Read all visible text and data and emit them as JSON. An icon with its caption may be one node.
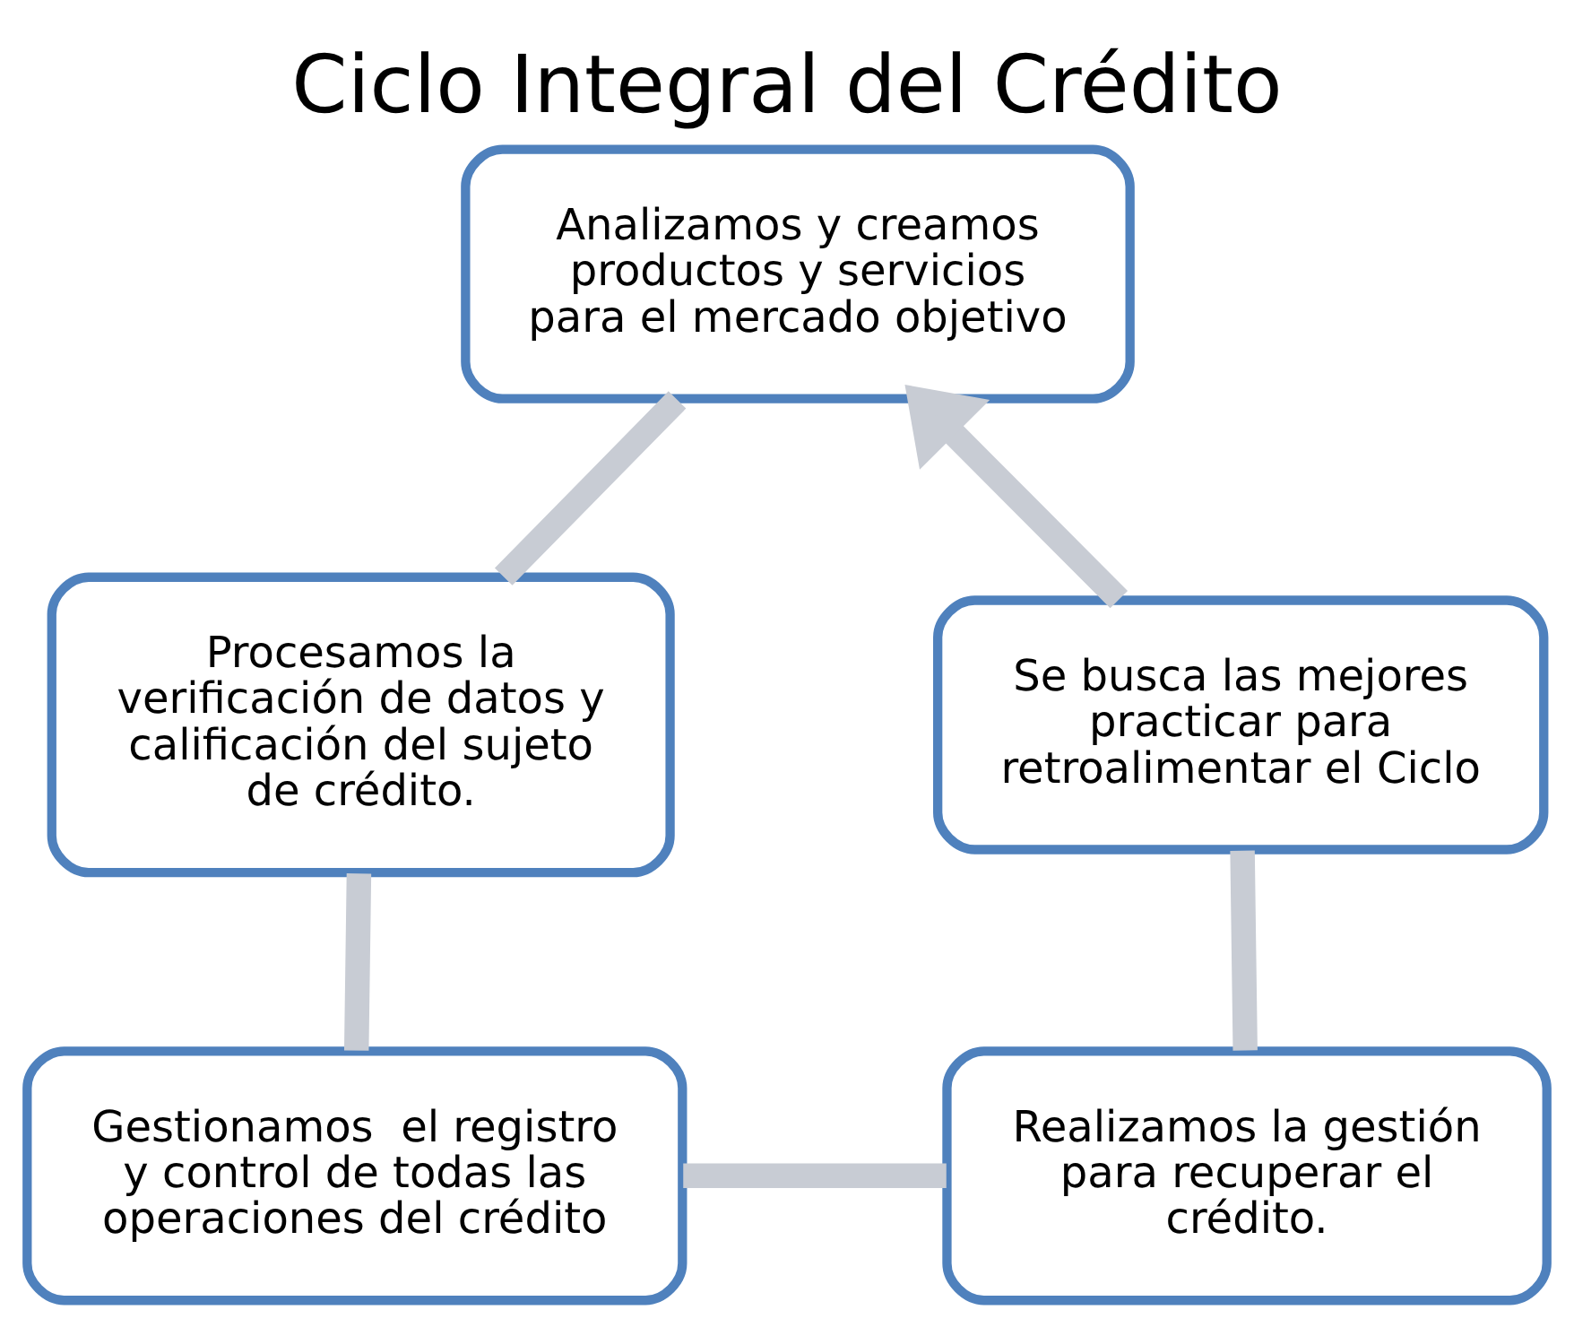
{
  "diagram": {
    "title": "Ciclo Integral del Crédito",
    "nodes": [
      {
        "text": [
          "Analizamos y creamos productos y servicios para el mercado objetivo"
        ]
      },
      {
        "text": [
          "Procesamos la verificación de datos y calificación del sujeto de crédito."
        ]
      },
      {
        "text": [
          "Gestionamos  el registro y control de todas las operaciones del crédito"
        ]
      },
      {
        "text": [
          "Realizamos la gestión para recuperar el crédito."
        ]
      },
      {
        "text": [
          "Se busca las mejores practicar para retroalimentar el Ciclo"
        ]
      }
    ],
    "edges": [
      {
        "from": 0,
        "to": 1,
        "arrow": "none"
      },
      {
        "from": 1,
        "to": 2,
        "arrow": "none"
      },
      {
        "from": 2,
        "to": 3,
        "arrow": "none"
      },
      {
        "from": 3,
        "to": 4,
        "arrow": "none"
      },
      {
        "from": 4,
        "to": 0,
        "arrow": "to"
      }
    ]
  }
}
